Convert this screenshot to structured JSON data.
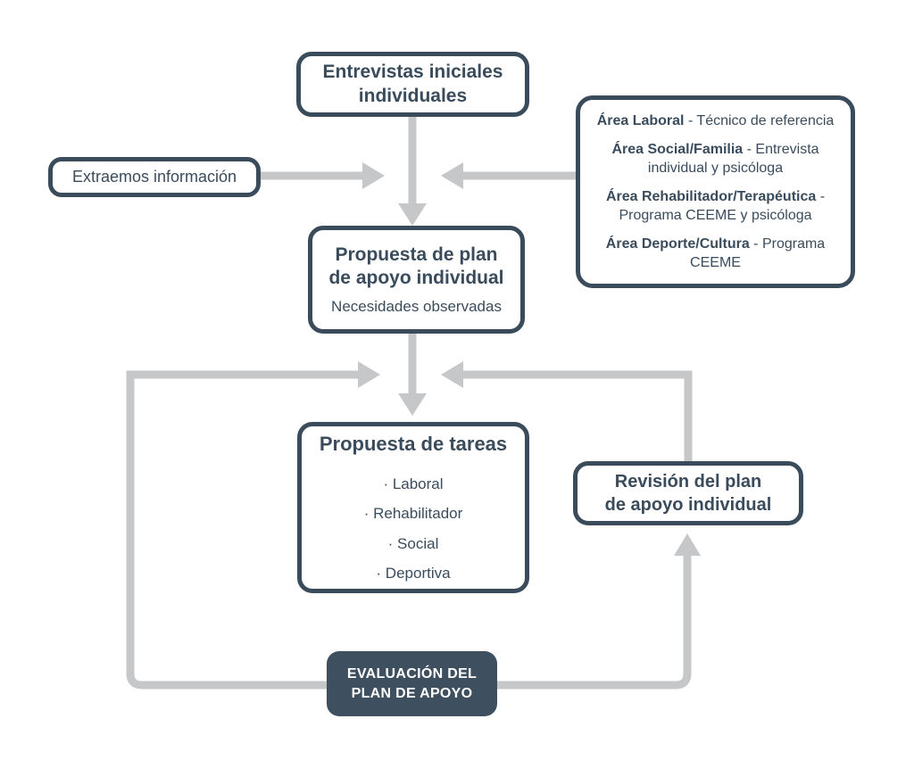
{
  "colors": {
    "ink": "#3a4c5c",
    "evaluation_fill": "#3e4f5f",
    "arrow": "#c5c7c9",
    "background": "#ffffff"
  },
  "nodes": {
    "entrevistas": {
      "title": "Entrevistas iniciales\nindividuales"
    },
    "extraemos": {
      "label": "Extraemos información"
    },
    "areas": {
      "items": [
        {
          "lead": "Área Laboral",
          "rest": " - Técnico de referencia"
        },
        {
          "lead": "Área Social/Familia",
          "rest": " - Entrevista individual y psicóloga"
        },
        {
          "lead": "Área Rehabilitador/Terapéutica",
          "rest": " - Programa CEEME y psicóloga"
        },
        {
          "lead": "Área Deporte/Cultura",
          "rest": " - Programa CEEME"
        }
      ]
    },
    "propuesta_plan": {
      "title": "Propuesta de plan\nde apoyo individual",
      "subtitle": "Necesidades observadas"
    },
    "propuesta_tareas": {
      "title": "Propuesta de tareas",
      "items": [
        "· Laboral",
        "· Rehabilitador",
        "· Social",
        "· Deportiva"
      ]
    },
    "revision": {
      "title": "Revisión del plan\nde apoyo individual"
    },
    "evaluacion": {
      "title": "EVALUACIÓN DEL\nPLAN DE APOYO"
    }
  }
}
